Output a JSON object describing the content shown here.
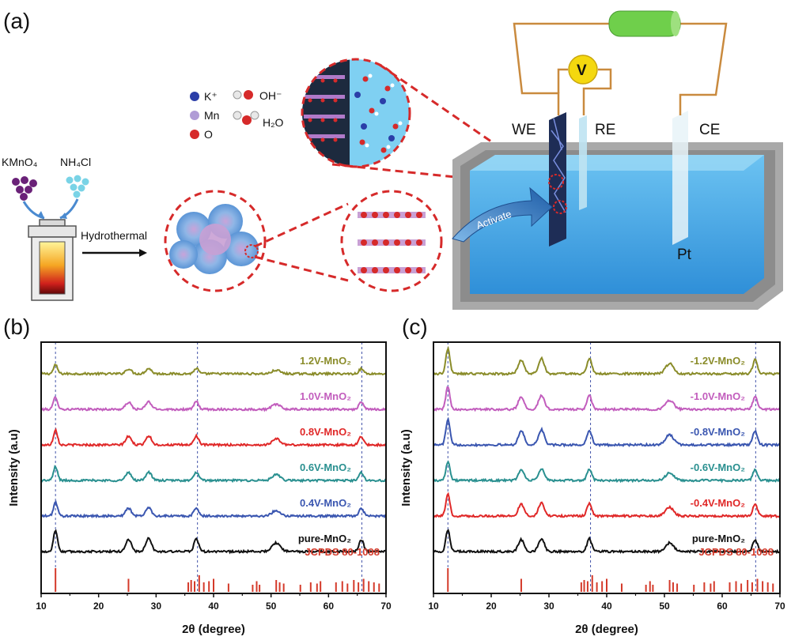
{
  "panel_a": {
    "letter": "(a)",
    "precursors": {
      "kmno4": "KMnO₄",
      "nh4cl": "NH₄Cl"
    },
    "process_label": "Hydrothermal",
    "activate_label": "Activate",
    "legend": {
      "k": "K⁺",
      "mn": "Mn",
      "o": "O",
      "oh": "OH⁻",
      "h2o": "H₂O"
    },
    "electrodes": {
      "we": "WE",
      "re": "RE",
      "ce": "CE",
      "pt": "Pt",
      "voltmeter": "V"
    },
    "colors": {
      "k": "#2b3ea8",
      "mn": "#b09cd6",
      "o": "#d62a2a",
      "tank_water": "#4aa3df",
      "resistor": "#6fcf4b",
      "voltmeter": "#f4d80f",
      "dashed": "#d62a2a"
    }
  },
  "chart_data": [
    {
      "type": "line",
      "panel": "(b)",
      "xlabel": "2θ (degree)",
      "ylabel": "Intensity (a.u)",
      "xlim": [
        10,
        70
      ],
      "xticks": [
        10,
        20,
        30,
        40,
        50,
        60,
        70
      ],
      "dashed_lines_x": [
        12.5,
        37.2,
        65.8
      ],
      "reference": {
        "label": "JCPDS  80-1098",
        "color": "#d43a2a",
        "peaks": [
          12.5,
          25.2,
          35.6,
          36.1,
          36.7,
          37.5,
          38.3,
          39.2,
          40.0,
          42.6,
          46.8,
          47.5,
          48.0,
          50.9,
          51.5,
          52.2,
          55.1,
          56.9,
          58.0,
          58.6,
          61.3,
          62.4,
          63.3,
          64.4,
          65.2,
          66.1,
          67.0,
          67.9,
          68.8
        ],
        "heights": [
          1.0,
          0.55,
          0.4,
          0.5,
          0.45,
          0.7,
          0.4,
          0.45,
          0.55,
          0.35,
          0.3,
          0.45,
          0.3,
          0.5,
          0.4,
          0.35,
          0.3,
          0.4,
          0.35,
          0.45,
          0.4,
          0.45,
          0.35,
          0.5,
          0.4,
          0.55,
          0.45,
          0.4,
          0.35
        ]
      },
      "series": [
        {
          "name": "1.2V-MnO₂",
          "color": "#8a8c2a",
          "peak_scale": 0.35
        },
        {
          "name": "1.0V-MnO₂",
          "color": "#c25dbd",
          "peak_scale": 0.5
        },
        {
          "name": "0.8V-MnO₂",
          "color": "#e02828",
          "peak_scale": 0.6
        },
        {
          "name": "0.6V-MnO₂",
          "color": "#2a9090",
          "peak_scale": 0.55
        },
        {
          "name": "0.4V-MnO₂",
          "color": "#3a56b0",
          "peak_scale": 0.55
        },
        {
          "name": "pure-MnO₂",
          "color": "#111111",
          "peak_scale": 0.85
        }
      ]
    },
    {
      "type": "line",
      "panel": "(c)",
      "xlabel": "2θ (degree)",
      "ylabel": "Intensity (a.u)",
      "xlim": [
        10,
        70
      ],
      "xticks": [
        10,
        20,
        30,
        40,
        50,
        60,
        70
      ],
      "dashed_lines_x": [
        12.5,
        37.2,
        65.8
      ],
      "reference": {
        "label": "JCPDS  80-1098",
        "color": "#d43a2a",
        "peaks": [
          12.5,
          25.2,
          35.6,
          36.1,
          36.7,
          37.5,
          38.3,
          39.2,
          40.0,
          42.6,
          46.8,
          47.5,
          48.0,
          50.9,
          51.5,
          52.2,
          55.1,
          56.9,
          58.0,
          58.6,
          61.3,
          62.4,
          63.3,
          64.4,
          65.2,
          66.1,
          67.0,
          67.9,
          68.8
        ],
        "heights": [
          1.0,
          0.55,
          0.4,
          0.5,
          0.45,
          0.7,
          0.4,
          0.45,
          0.55,
          0.35,
          0.3,
          0.45,
          0.3,
          0.5,
          0.4,
          0.35,
          0.3,
          0.4,
          0.35,
          0.45,
          0.4,
          0.45,
          0.35,
          0.5,
          0.4,
          0.55,
          0.45,
          0.4,
          0.35
        ]
      },
      "series": [
        {
          "name": "-1.2V-MnO₂",
          "color": "#8a8c2a",
          "peak_scale": 1.0
        },
        {
          "name": "-1.0V-MnO₂",
          "color": "#c25dbd",
          "peak_scale": 0.9
        },
        {
          "name": "-0.8V-MnO₂",
          "color": "#3a56b0",
          "peak_scale": 1.0
        },
        {
          "name": "-0.6V-MnO₂",
          "color": "#2a9090",
          "peak_scale": 0.75
        },
        {
          "name": "-0.4V-MnO₂",
          "color": "#e02828",
          "peak_scale": 0.85
        },
        {
          "name": "pure-MnO₂",
          "color": "#111111",
          "peak_scale": 0.85
        }
      ]
    }
  ],
  "peak_profile": [
    {
      "x": 12.5,
      "h": 1.0,
      "w": 0.35
    },
    {
      "x": 25.2,
      "h": 0.55,
      "w": 0.5
    },
    {
      "x": 28.7,
      "h": 0.6,
      "w": 0.5
    },
    {
      "x": 37.0,
      "h": 0.6,
      "w": 0.4
    },
    {
      "x": 50.9,
      "h": 0.4,
      "w": 0.7
    },
    {
      "x": 65.7,
      "h": 0.55,
      "w": 0.4
    }
  ]
}
